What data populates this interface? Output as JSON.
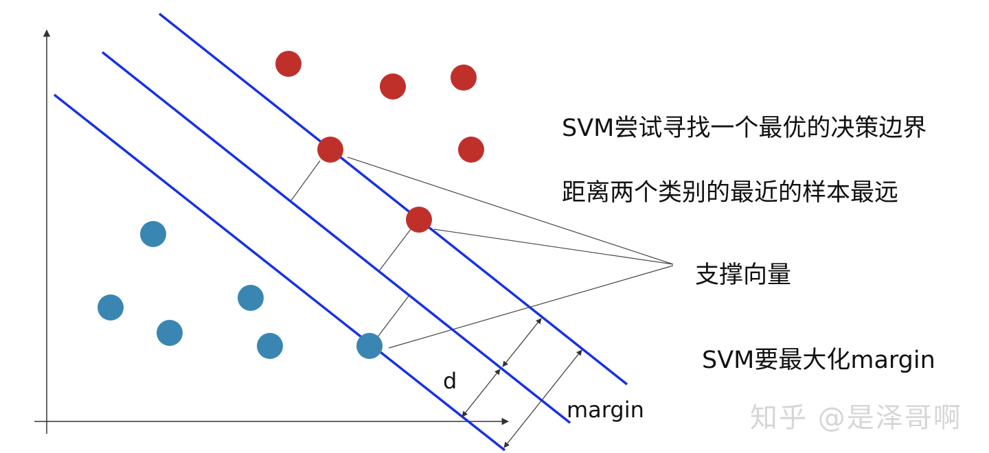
{
  "labels": {
    "title": "SVM尝试寻找一个最优的决策边界",
    "subtitle": "距离两个类别的最近的样本最远",
    "support_vectors": "支撑向量",
    "maximize": "SVM要最大化margin",
    "d": "d",
    "margin": "margin",
    "watermark": "知乎 @是泽哥啊"
  },
  "colors": {
    "red_class": "#c0302a",
    "blue_class": "#3a86b3",
    "boundary": "#1630e6",
    "axis": "#333333",
    "annotation": "#333333"
  }
}
